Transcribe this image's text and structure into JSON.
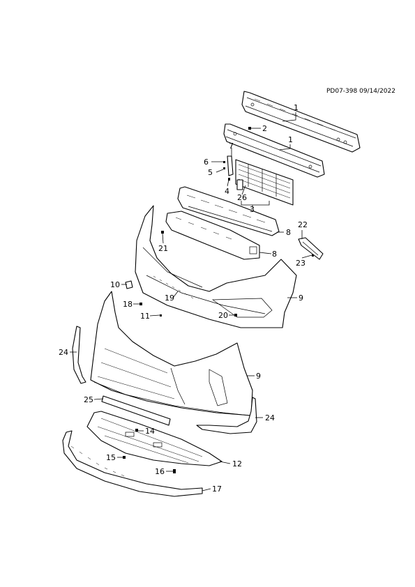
{
  "document_id": "PD07-398 09/14/2022",
  "callouts": [
    {
      "id": "c1a",
      "label": "1"
    },
    {
      "id": "c1b",
      "label": "1"
    },
    {
      "id": "c2",
      "label": "2"
    },
    {
      "id": "c3",
      "label": "3"
    },
    {
      "id": "c4",
      "label": "4"
    },
    {
      "id": "c5",
      "label": "5"
    },
    {
      "id": "c6",
      "label": "6"
    },
    {
      "id": "c7",
      "label": "7"
    },
    {
      "id": "c8a",
      "label": "8"
    },
    {
      "id": "c8b",
      "label": "8"
    },
    {
      "id": "c9a",
      "label": "9"
    },
    {
      "id": "c9b",
      "label": "9"
    },
    {
      "id": "c10",
      "label": "10"
    },
    {
      "id": "c11",
      "label": "11"
    },
    {
      "id": "c12",
      "label": "12"
    },
    {
      "id": "c14",
      "label": "14"
    },
    {
      "id": "c15",
      "label": "15"
    },
    {
      "id": "c16",
      "label": "16"
    },
    {
      "id": "c17",
      "label": "17"
    },
    {
      "id": "c18",
      "label": "18"
    },
    {
      "id": "c19",
      "label": "19"
    },
    {
      "id": "c20",
      "label": "20"
    },
    {
      "id": "c21",
      "label": "21"
    },
    {
      "id": "c22",
      "label": "22"
    },
    {
      "id": "c23",
      "label": "23"
    },
    {
      "id": "c24a",
      "label": "24"
    },
    {
      "id": "c24b",
      "label": "24"
    },
    {
      "id": "c25",
      "label": "25"
    },
    {
      "id": "c26",
      "label": "26"
    }
  ]
}
